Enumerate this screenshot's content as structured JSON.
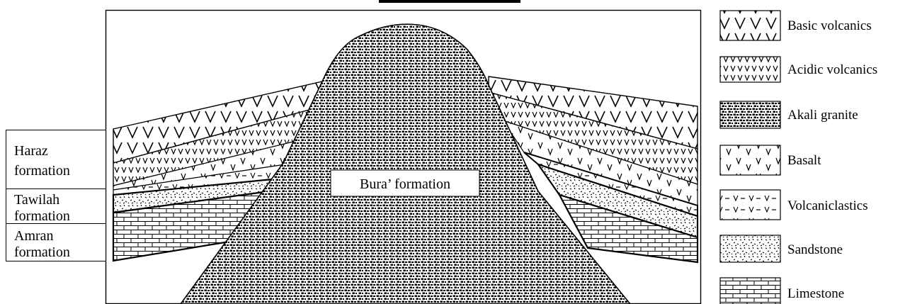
{
  "diagram": {
    "center_label": "Bura’ formation",
    "formations": [
      {
        "id": "haraz",
        "line1": "Haraz",
        "line2": "formation"
      },
      {
        "id": "tawilah",
        "line1": "Tawilah",
        "line2": "formation"
      },
      {
        "id": "amran",
        "line1": "Amran",
        "line2": "formation"
      }
    ]
  },
  "legend": {
    "items": [
      {
        "id": "basic-volcanics",
        "label": "Basic volcanics",
        "pattern": "basic"
      },
      {
        "id": "acidic-volcanics",
        "label": "Acidic volcanics",
        "pattern": "acidic"
      },
      {
        "id": "akali-granite",
        "label": "Akali granite",
        "pattern": "granite"
      },
      {
        "id": "basalt",
        "label": "Basalt",
        "pattern": "basalt"
      },
      {
        "id": "volcaniclastics",
        "label": "Volcaniclastics",
        "pattern": "volcaniclastic"
      },
      {
        "id": "sandstone",
        "label": "Sandstone",
        "pattern": "sandstone"
      },
      {
        "id": "limestone",
        "label": "Limestone",
        "pattern": "limestone"
      }
    ]
  }
}
